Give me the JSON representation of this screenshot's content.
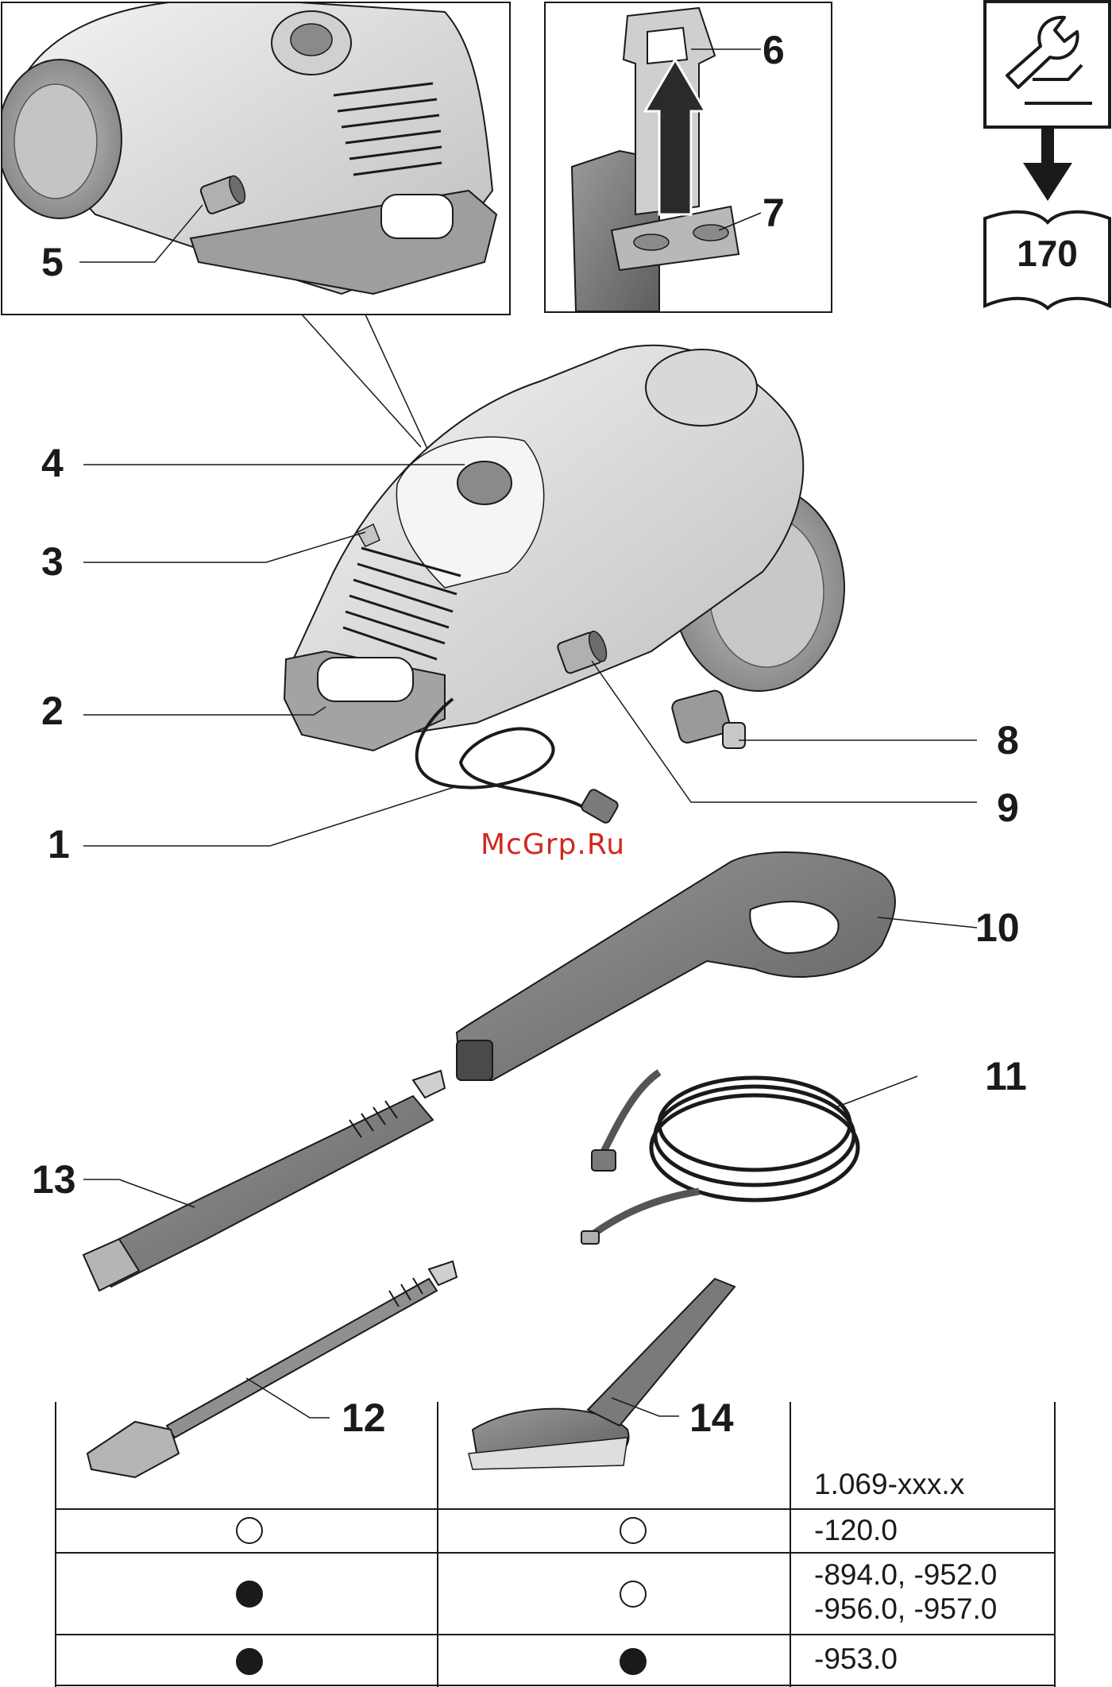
{
  "callouts": {
    "c1": "1",
    "c2": "2",
    "c3": "3",
    "c4": "4",
    "c5": "5",
    "c6": "6",
    "c7": "7",
    "c8": "8",
    "c9": "9",
    "c10": "10",
    "c11": "11",
    "c12": "12",
    "c13": "13",
    "c14": "14"
  },
  "watermark": "McGrp.Ru",
  "book_page": "170",
  "icons": {
    "service": "wrench-icon",
    "arrow": "arrow-down-icon",
    "manual": "open-book-icon"
  },
  "table": {
    "header_model": "1.069-xxx.x",
    "rows": [
      {
        "col_lance": "empty",
        "col_brush": "empty",
        "variants": [
          "-120.0"
        ]
      },
      {
        "col_lance": "filled",
        "col_brush": "empty",
        "variants": [
          "-894.0, -952.0",
          "-956.0, -957.0"
        ]
      },
      {
        "col_lance": "filled",
        "col_brush": "filled",
        "variants": [
          "-953.0"
        ]
      }
    ]
  },
  "colors": {
    "line": "#1a1a1a",
    "body_light": "#e6e6e6",
    "body_mid": "#b5b5b5",
    "body_dark": "#7d7d7d",
    "watermark": "#d1281f"
  }
}
